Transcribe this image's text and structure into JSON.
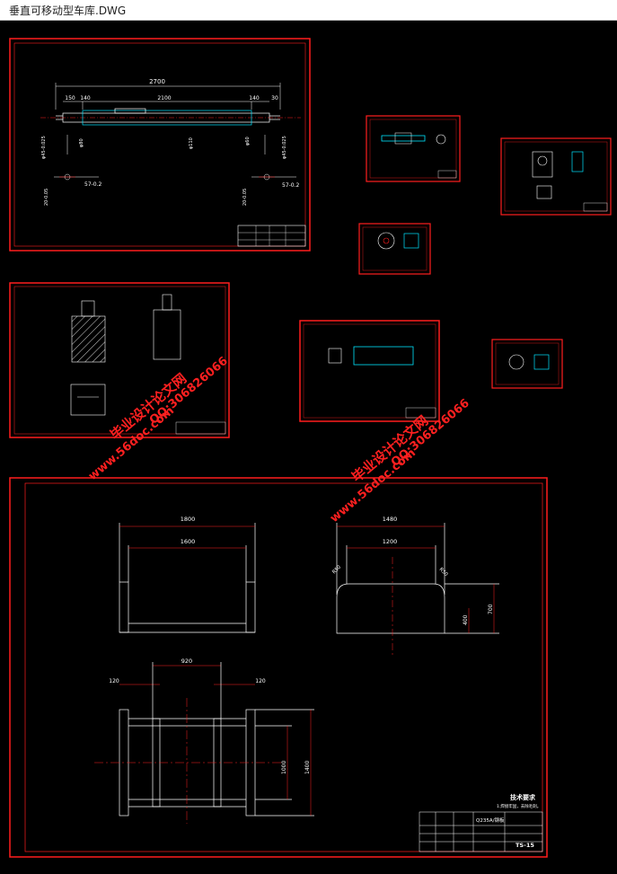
{
  "window": {
    "title": "垂直可移动型车库.DWG"
  },
  "colors": {
    "frame": "#ff1e1e",
    "line": "#ffffff",
    "cyan": "#00e5ff",
    "watermark": "#ff2020"
  },
  "sheet1": {
    "dims": {
      "total": "2700",
      "d150": "150",
      "d140a": "140",
      "d2100": "2100",
      "d140b": "140",
      "d30": "30",
      "phi80": "φ80",
      "phi110": "φ110",
      "phi45_left": "φ45-0.025",
      "phi45_right": "φ45-0.025",
      "phi60": "φ60",
      "d57_left": "57-0.2",
      "d57_right": "57-0.2",
      "d20_left": "20-0.05",
      "d20_right": "20-0.05"
    }
  },
  "sheet_large": {
    "dims": {
      "w1800": "1800",
      "w1600": "1600",
      "w1480": "1480",
      "w1200": "1200",
      "h400": "400",
      "h700": "700",
      "r50_left": "R50",
      "r50_right": "R50",
      "w920": "920",
      "w120_left": "120",
      "w120_right": "120",
      "h1000": "1000",
      "h1400": "1400"
    },
    "material": "Q235A/钢板",
    "tech_req_title": "技术要求",
    "tech_req_line": "1.焊接牢固，去除毛刺。",
    "drawing_no": "TS-15"
  },
  "watermarks": {
    "site_upper": "www.56doc.com",
    "brand_upper": "毕业设计论文网",
    "qq_upper": "QQ:306826066",
    "site_lower": "www.56doc.com",
    "brand_lower": "毕业设计论文网",
    "qq_lower": "QQ:306826066"
  }
}
